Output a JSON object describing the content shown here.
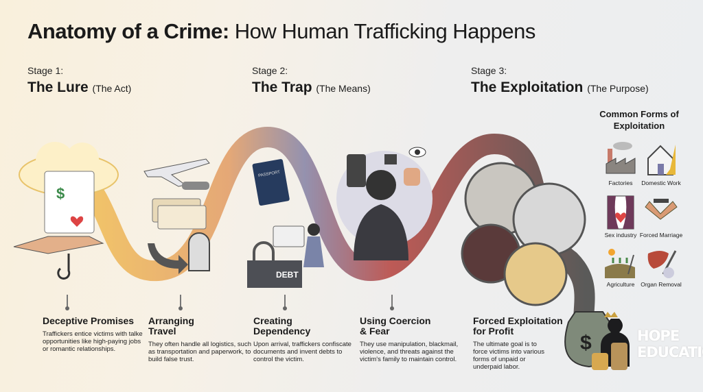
{
  "title": {
    "bold": "Anatomy of a Crime:",
    "normal": "How Human Trafficking Happens"
  },
  "stages": [
    {
      "label": "Stage 1:",
      "name": "The Lure",
      "sub": "(The Act)"
    },
    {
      "label": "Stage 2:",
      "name": "The Trap",
      "sub": "(The Means)"
    },
    {
      "label": "Stage 3:",
      "name": "The Exploitation",
      "sub": "(The Purpose)"
    }
  ],
  "steps": [
    {
      "title": "Deceptive Promises",
      "text": "Traffickers entice victims with talke opportunities like high-paying jobs or romantic relationships."
    },
    {
      "title": "Arranging Travel",
      "text": "They often handle all logistics, such as transportation and paperwork, to build false trust."
    },
    {
      "title": "Creating Dependency",
      "text": "Upon arrival, traffickers confiscate documents and invent debts to control the victim."
    },
    {
      "title": "Using Coercion & Fear",
      "text": "They use manipulation, blackmail, violence, and threats against the victim's family to maintain control."
    },
    {
      "title": "Forced Exploitation for Profit",
      "text": "The ultimate goal is to force victims into various forms of unpaid or underpaid labor."
    }
  ],
  "forms": {
    "title": "Common Forms of Exploitation",
    "items": [
      {
        "label": "Factories",
        "icon": "factory-icon"
      },
      {
        "label": "Domestic Work",
        "icon": "house-broom-icon"
      },
      {
        "label": "Sex industry",
        "icon": "curtain-broken-heart-icon"
      },
      {
        "label": "Forced Marriage",
        "icon": "handcuffed-handshake-icon"
      },
      {
        "label": "Agriculture",
        "icon": "field-shovel-icon"
      },
      {
        "label": "Organ Removal",
        "icon": "organ-scalpel-icon"
      }
    ]
  },
  "illustration": {
    "debt_label": "DEBT",
    "passport_label": "PASSPORT",
    "dollar": "$"
  },
  "logo": {
    "line1": "HOPE",
    "line2": "EDUCATION"
  },
  "colors": {
    "ribbon_start": "#f2c25a",
    "ribbon_mid": "#8a87a8",
    "ribbon_red": "#b84a45",
    "ribbon_end": "#4a4a48"
  }
}
